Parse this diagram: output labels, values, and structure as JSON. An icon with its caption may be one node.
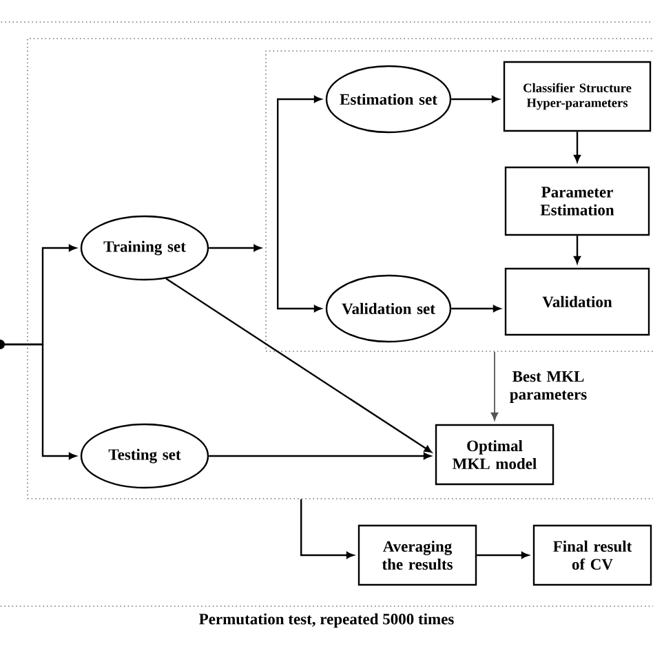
{
  "diagram": {
    "nodes": [
      {
        "text": [
          "Permutation test, repeated 5000 times"
        ]
      },
      {
        "text": [],
        "shape": "box",
        "in": 0
      },
      {
        "text": [
          "Training set"
        ],
        "in": 1
      },
      {
        "text": [
          "Testing set"
        ],
        "in": 1
      },
      {
        "text": [],
        "shape": "box",
        "in": 1
      },
      {
        "text": [
          "Estimation set"
        ],
        "in": 4
      },
      {
        "text": [
          "Validation set"
        ],
        "in": 4
      },
      {
        "text": [
          "Classifier Structure Hyper-parameters"
        ],
        "in": 4
      },
      {
        "text": [
          "Parameter Estimation"
        ],
        "in": 4
      },
      {
        "text": [
          "Validation"
        ],
        "in": 4
      },
      {
        "text": [
          "Optimal MKL model"
        ],
        "in": 1
      },
      {
        "text": [
          "Averaging the results"
        ],
        "in": 0
      },
      {
        "text": [
          "Final result of CV"
        ],
        "in": 0
      }
    ],
    "edges": [
      {
        "from": null,
        "to": 2,
        "arrow": "to"
      },
      {
        "from": null,
        "to": 3,
        "arrow": "to"
      },
      {
        "from": 2,
        "to": 4,
        "arrow": "to"
      },
      {
        "from": 4,
        "to": 5,
        "arrow": "to"
      },
      {
        "from": 4,
        "to": 6,
        "arrow": "to"
      },
      {
        "from": 5,
        "to": 7,
        "arrow": "to"
      },
      {
        "from": 7,
        "to": 8,
        "arrow": "to"
      },
      {
        "from": 8,
        "to": 9,
        "arrow": "to"
      },
      {
        "from": 6,
        "to": 9,
        "arrow": "to"
      },
      {
        "from": 2,
        "to": 10,
        "arrow": "to"
      },
      {
        "from": 3,
        "to": 10,
        "arrow": "to"
      },
      {
        "from": 4,
        "to": 10,
        "arrow": "to",
        "label": "Best MKL parameters",
        "color": "#555555"
      },
      {
        "from": 1,
        "to": 11,
        "arrow": "to"
      },
      {
        "from": 11,
        "to": 12,
        "arrow": "to"
      }
    ]
  }
}
